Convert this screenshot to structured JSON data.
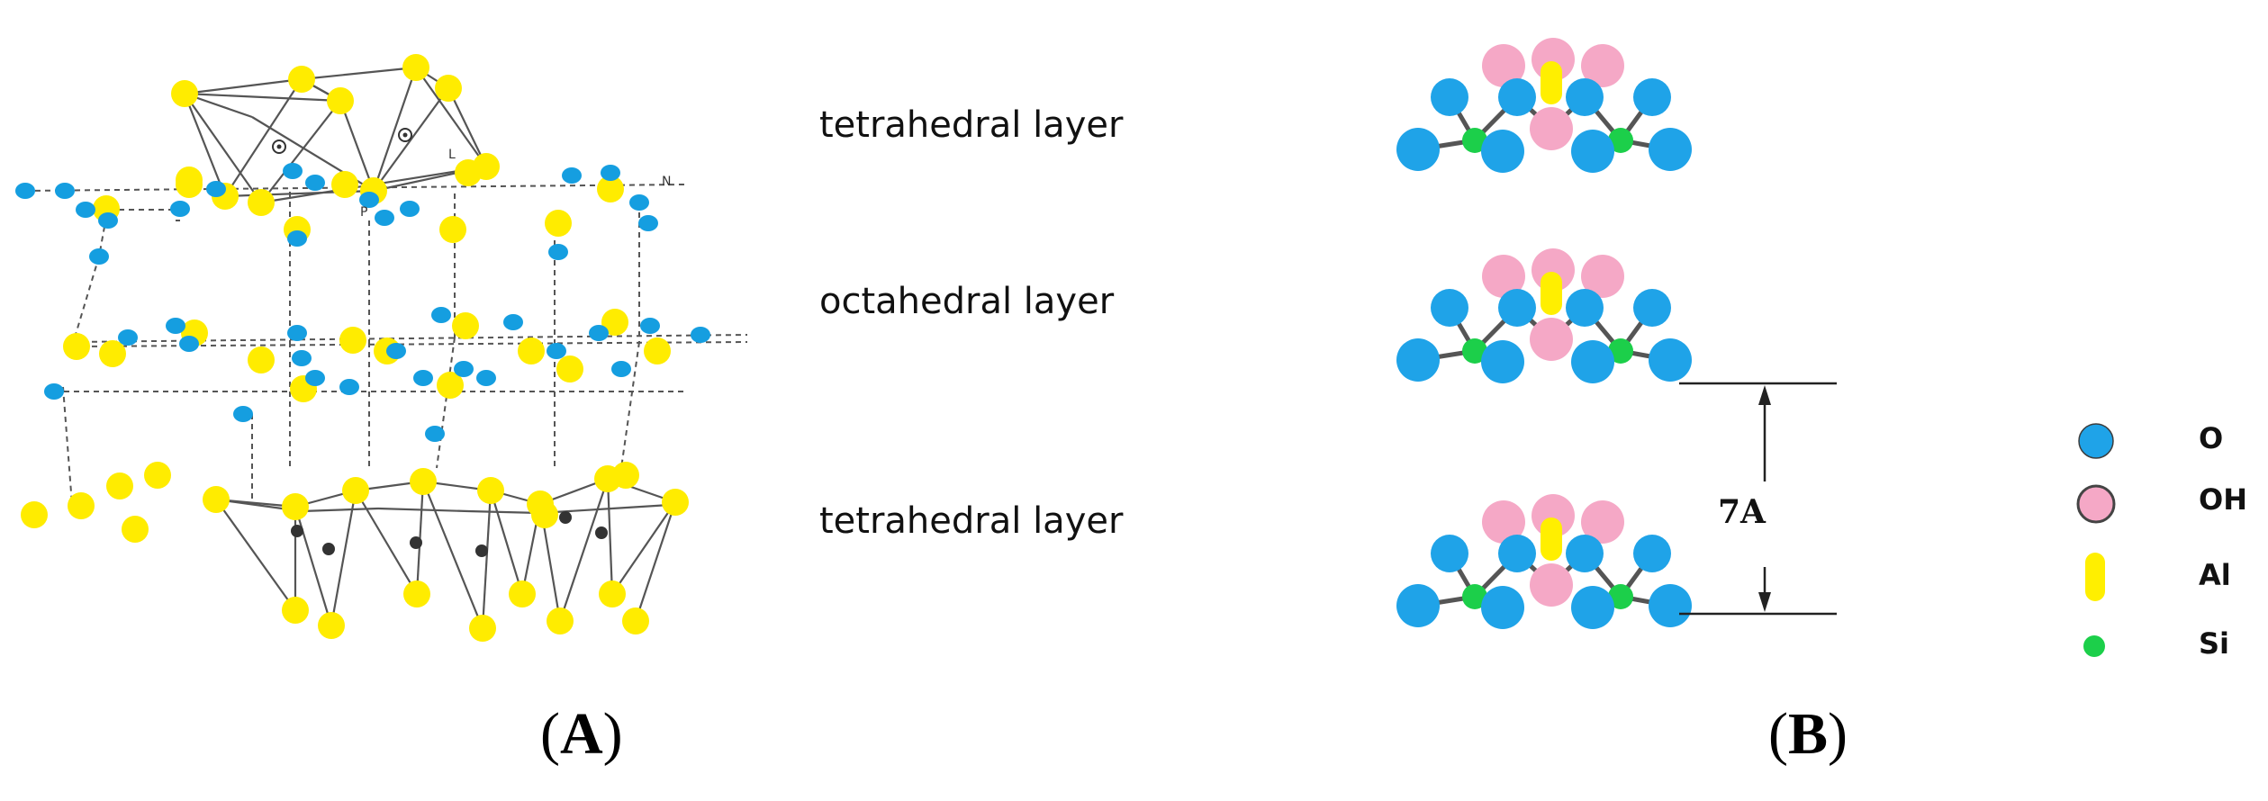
{
  "panel_a": {
    "label_open": "(",
    "label_letter": "A",
    "label_close": ")",
    "layer_labels": [
      "tetrahedral layer",
      "octahedral layer",
      "tetrahedral layer"
    ],
    "atom_letters": [
      "L",
      "P",
      "N"
    ]
  },
  "panel_b": {
    "label_open": "(",
    "label_letter": "B",
    "label_close": ")",
    "spacing_label": "7A",
    "legend": [
      {
        "label": "O",
        "color": "#1fa3e8",
        "shape": "circle"
      },
      {
        "label": "OH",
        "color": "#f5a8c6",
        "shape": "circle"
      },
      {
        "label": "Al",
        "color": "#ffef00",
        "shape": "capsule"
      },
      {
        "label": "Si",
        "color": "#1ccf4a",
        "shape": "small-circle"
      }
    ]
  },
  "colors": {
    "oxygen": "#1fa3e8",
    "hydroxyl": "#f5a8c6",
    "aluminium": "#ffef00",
    "silicon": "#1ccf4a",
    "yellow_atom": "#ffec00",
    "blue_atom": "#159ee0",
    "bond": "#555555"
  }
}
